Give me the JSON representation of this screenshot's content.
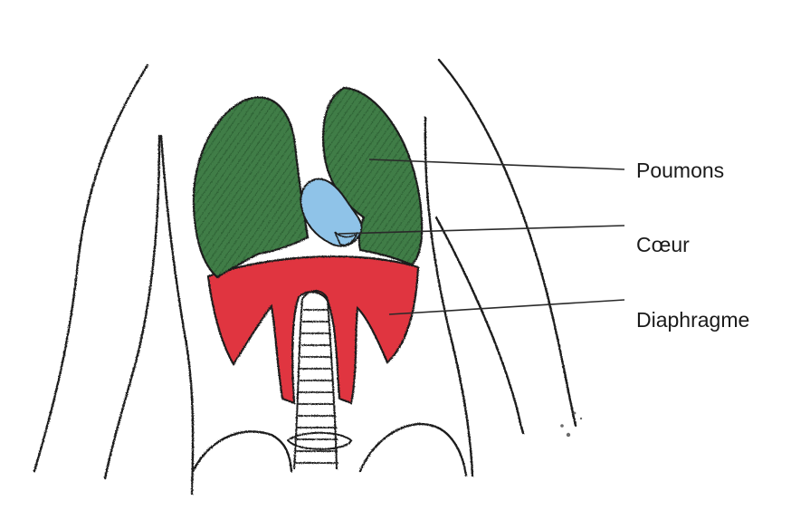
{
  "labels": {
    "lungs": "Poumons",
    "heart": "Cœur",
    "diaphragm": "Diaphragme"
  },
  "colors": {
    "lungs": "#3e7a44",
    "heart": "#8fc3e8",
    "diaphragm": "#e0363f",
    "outline": "#1c1c1c",
    "background": "#ffffff"
  }
}
